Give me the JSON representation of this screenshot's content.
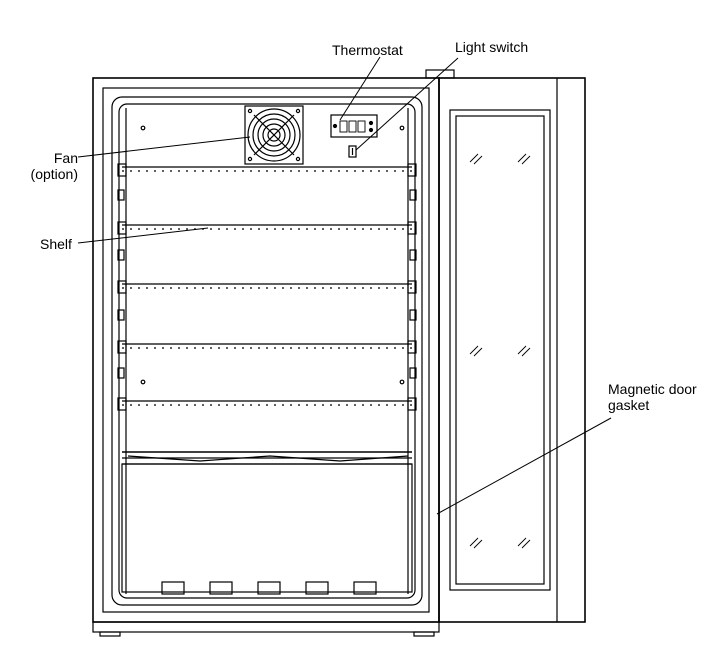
{
  "labels": {
    "thermostat": "Thermostat",
    "light_switch": "Light switch",
    "fan_line1": "Fan",
    "fan_line2": "(option)",
    "shelf": "Shelf",
    "gasket_line1": "Magnetic door",
    "gasket_line2": "gasket"
  },
  "colors": {
    "line": "#000000",
    "background": "#ffffff"
  },
  "icons": [
    "fan-icon",
    "thermostat-display-icon",
    "light-switch-icon"
  ]
}
